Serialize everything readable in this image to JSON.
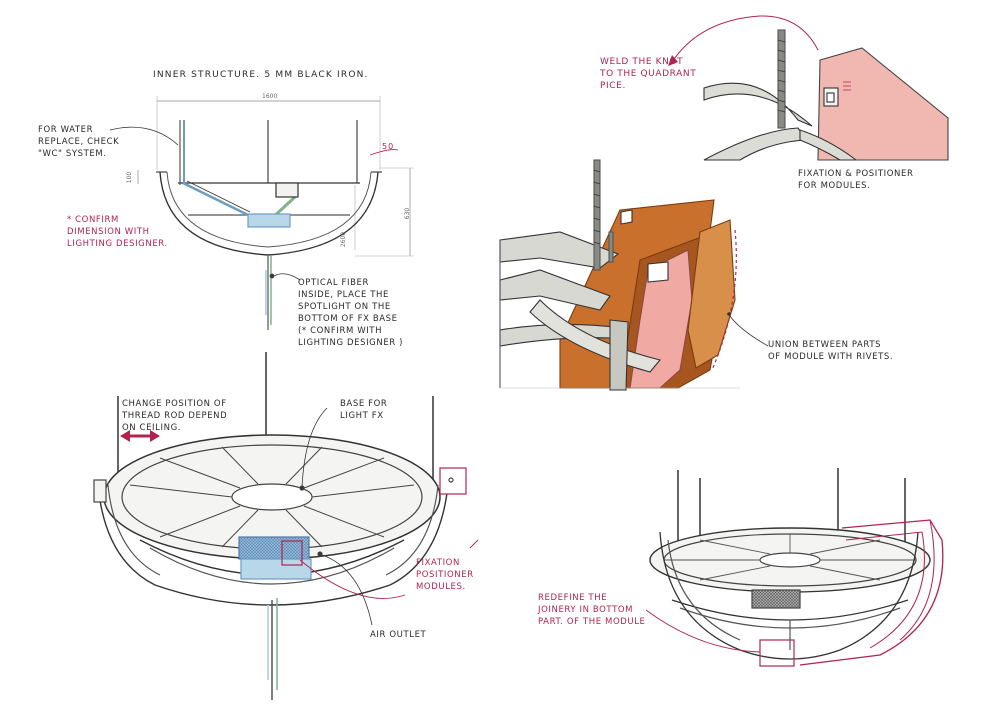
{
  "colors": {
    "ink": "#2a2a2a",
    "annotation_red": "#b0244f",
    "structure_fill": "#e4e4e0",
    "rust": "#c9712c",
    "rust_dark": "#a8561f",
    "pink": "#f0a9a3",
    "light_blue": "#b8d8ea",
    "steel_blue": "#6d9cc6",
    "green": "#7fb38a"
  },
  "drawing_top_left": {
    "title": "INNER STRUCTURE. 5 MM BLACK IRON.",
    "dim_width": "1600",
    "dim_right_offset": "50",
    "dim_height_right": "630",
    "dim_height_left": "100",
    "dim_height_inner": "2600",
    "note_water": "FOR WATER\nREPLACE, CHECK\n\"WC\" SYSTEM.",
    "note_confirm": "* CONFIRM\nDIMENSION WITH\nLIGHTING DESIGNER.",
    "note_fiber": "OPTICAL FIBER\nINSIDE, PLACE THE\nSPOTLIGHT ON THE\nBOTTOM OF FX BASE\n(* CONFIRM WITH\nLIGHTING DESIGNER )"
  },
  "drawing_top_right": {
    "note_weld": "WELD THE KNOT\nTO THE QUADRANT\nPICE.",
    "note_fixation": "FIXATION & POSITIONER\nFOR MODULES."
  },
  "drawing_middle_right": {
    "note_union": "UNION BETWEEN PARTS\nOF MODULE WITH RIVETS."
  },
  "drawing_bottom_left": {
    "note_thread_rod": "CHANGE POSITION OF\nTHREAD ROD DEPEND\nON CEILING.",
    "note_base": "BASE FOR\nLIGHT FX",
    "note_fixation": "FIXATION\nPOSITIONER\nMODULES.",
    "note_air": "AIR OUTLET"
  },
  "drawing_bottom_right": {
    "note_redefine": "REDEFINE THE\nJOINERY IN BOTTOM\nPART. OF THE MODULE"
  }
}
